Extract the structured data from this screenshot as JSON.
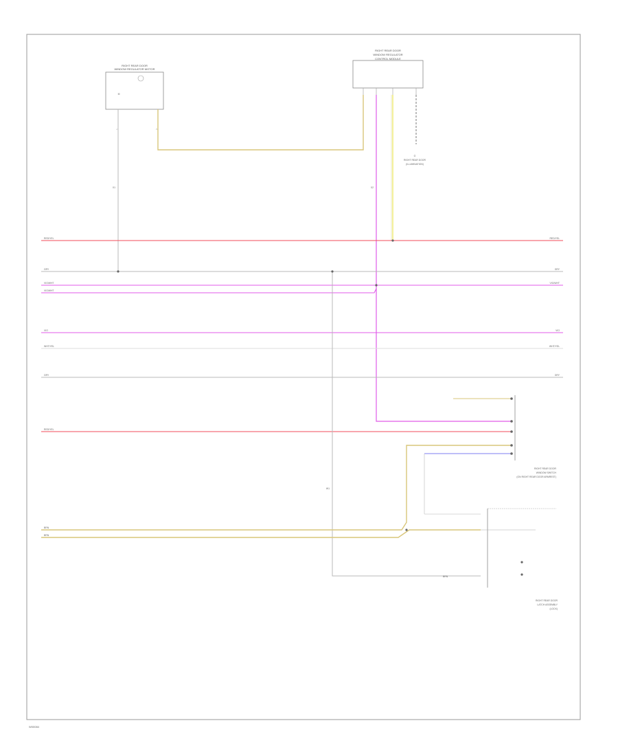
{
  "colors": {
    "red": "#f24b5a",
    "pink": "#e05ae8",
    "grey": "#b9b9b9",
    "tan": "#d9c67a",
    "yellow": "#f0ea70",
    "blue": "#7d7df0",
    "frame": "#9a9a9a"
  },
  "diagram_id": "W00084",
  "components": {
    "top_left": {
      "title_line1": "RIGHT REAR DOOR",
      "title_line2": "WINDOW REGULATOR MOTOR",
      "inner": "M"
    },
    "top_right": {
      "title_line1": "RIGHT REAR DOOR",
      "title_line2": "WINDOW REGULATOR",
      "title_line3": "CONTROL MODULE"
    },
    "right_mid": {
      "line1": "RIGHT REAR DOOR",
      "line2": "WINDOW SWITCH",
      "line3": "(ON RIGHT REAR DOOR ARMREST)"
    },
    "right_bottom": {
      "line1": "RIGHT REAR DOOR",
      "line2": "LATCH ASSEMBLY",
      "line3": "(LOCK)"
    },
    "ground": {
      "line1": "G",
      "line2": "RIGHT REAR DOOR",
      "line3": "(ILLUMINATION)"
    }
  },
  "wires": {
    "red_top": "RED/YEL",
    "grey_1": "GRY",
    "pink_1": "VIO/WHT",
    "pink_2": "VIO/WHT",
    "pink_3": "VIO",
    "white_1": "WHT/YEL",
    "grey_2": "GRY",
    "red_lower": "RED/YEL",
    "tan_1": "BRN",
    "tan_2": "BRN",
    "conn_1": "X1",
    "conn_2": "X2",
    "splice": "W1",
    "grd_wire": "BRN"
  }
}
